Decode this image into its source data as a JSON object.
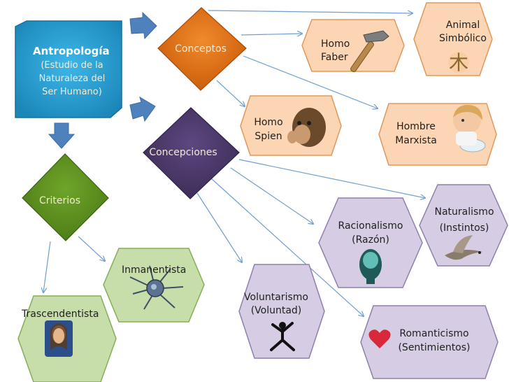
{
  "colors": {
    "antropologia_fill": "#2aa3d6",
    "conceptos_fill": "#e36f10",
    "concepciones_fill": "#4d3a6c",
    "criterios_fill": "#5c8f1f",
    "peach_fill": "#fcd6b4",
    "lavender_fill": "#d6cde4",
    "green_fill": "#c8deaa",
    "arrow_block": "#4f81bd",
    "connector": "#6f9fd0"
  },
  "antropologia": {
    "title": "Antropología",
    "line1": "(Estudio de la",
    "line2": "Naturaleza del",
    "line3": "Ser Humano)"
  },
  "conceptos": {
    "label": "Conceptos"
  },
  "concepciones": {
    "label": "Concepciones"
  },
  "criterios": {
    "label": "Criterios"
  },
  "homo_faber": {
    "line1": "Homo",
    "line2": "Faber",
    "icon": "hammer-icon"
  },
  "animal_simbolico": {
    "line1": "Animal",
    "line2": "Simbólico",
    "icon": "chinese-character-icon",
    "symbol": "木"
  },
  "homo_spien": {
    "line1": "Homo",
    "line2": "Spien",
    "icon": "chimpanzee-icon"
  },
  "hombre_marxista": {
    "line1": "Hombre",
    "line2": "Marxista",
    "icon": "child-eating-icon"
  },
  "naturalismo": {
    "line1": "Naturalismo",
    "line2": "(Instintos)",
    "icon": "bird-icon"
  },
  "racionalismo": {
    "line1": "Racionalismo",
    "line2": "(Razón)",
    "icon": "brain-head-icon"
  },
  "voluntarismo": {
    "line1": "Voluntarismo",
    "line2": "(Voluntad)",
    "icon": "jumping-person-icon"
  },
  "romanticismo": {
    "line1": "Romanticismo",
    "line2": "(Sentimientos)",
    "icon": "heart-icon"
  },
  "inmanentista": {
    "label": "Inmanentista",
    "icon": "neuron-cell-icon"
  },
  "trascendentista": {
    "label": "Trascendentista",
    "icon": "jesus-portrait-icon"
  }
}
